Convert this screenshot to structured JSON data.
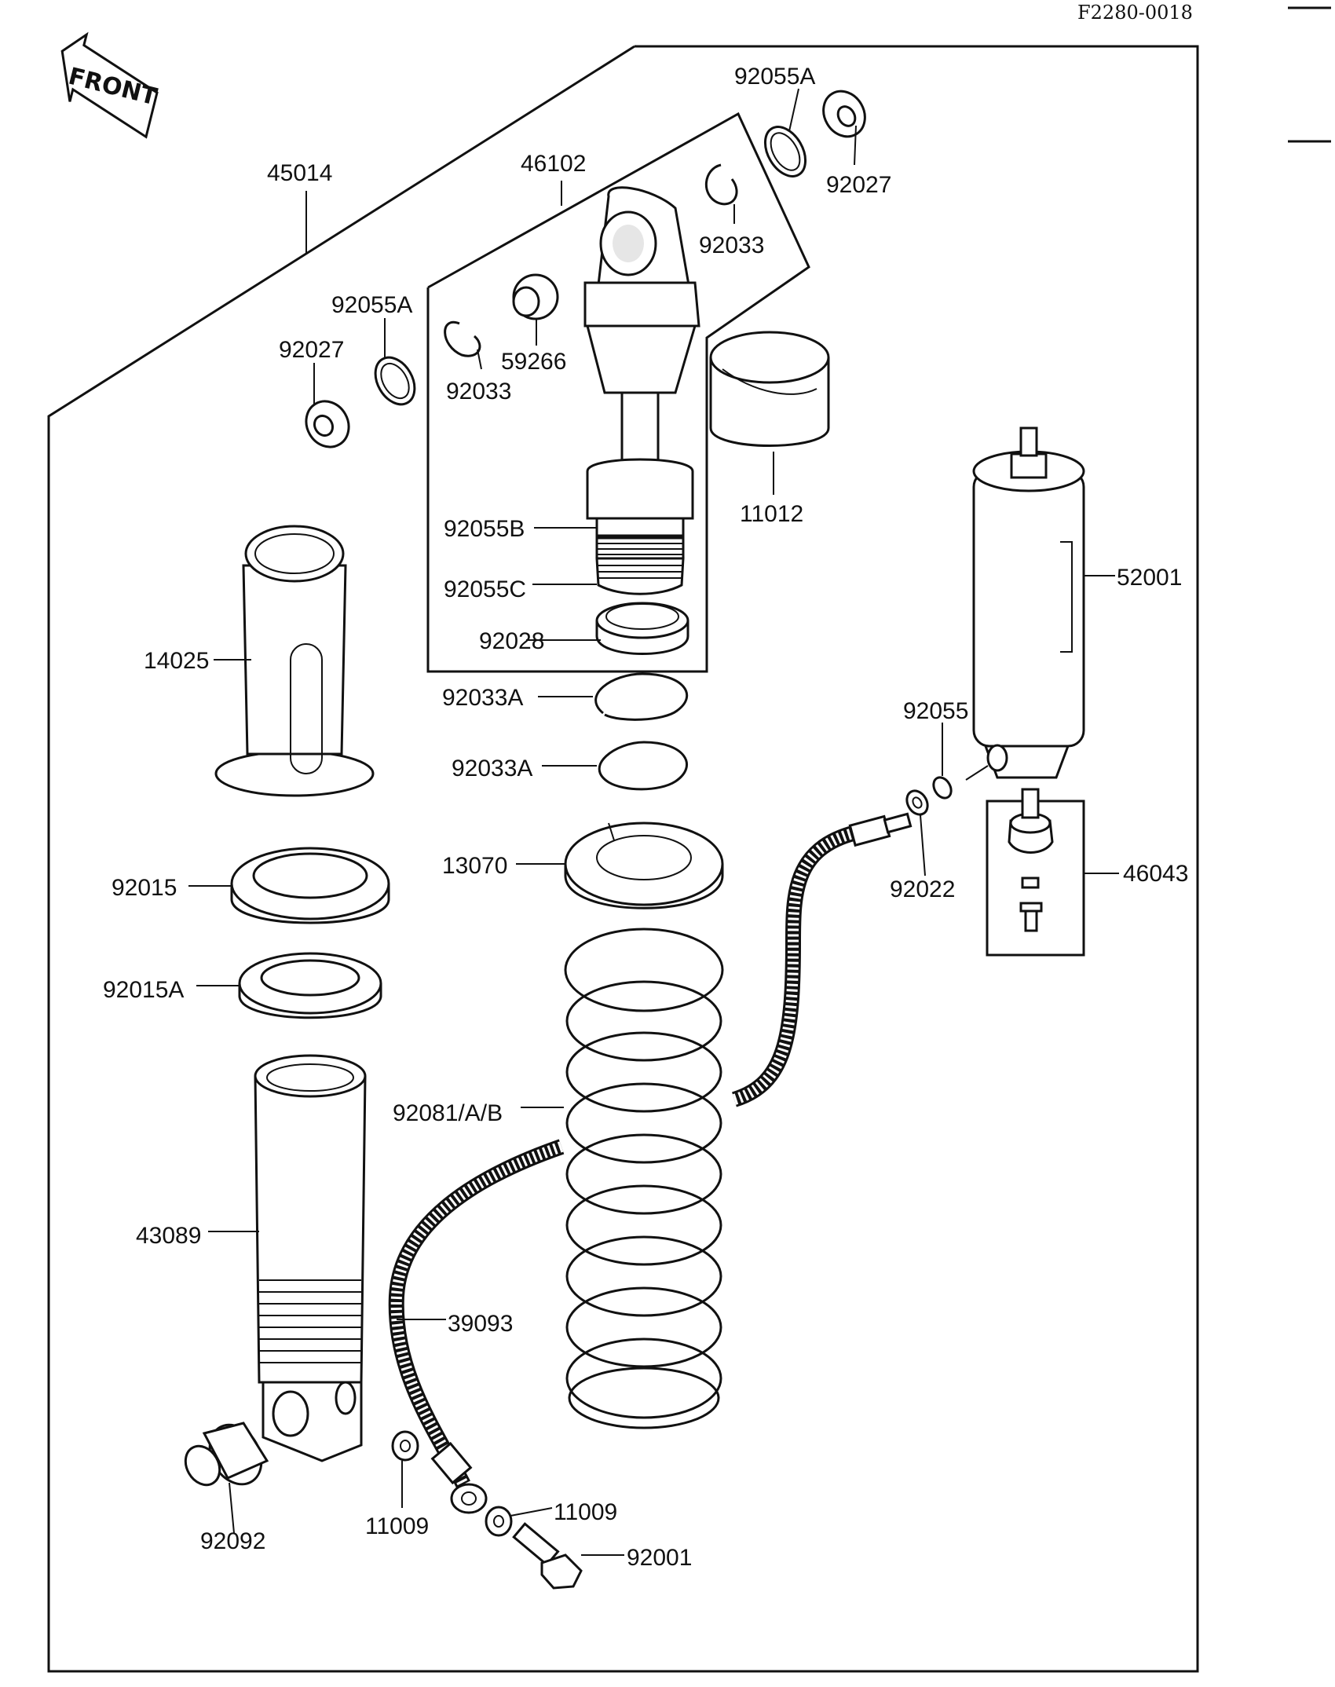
{
  "diagram_code": "F2280-0018",
  "front_label": "FRONT",
  "parts": {
    "p45014": "45014",
    "p46102": "46102",
    "p92055A_top": "92055A",
    "p92027_top": "92027",
    "p92033_top": "92033",
    "p92055A_left": "92055A",
    "p92027_left": "92027",
    "p92033_left": "92033",
    "p59266": "59266",
    "p11012": "11012",
    "p92055B": "92055B",
    "p92055C": "92055C",
    "p92028": "92028",
    "p14025": "14025",
    "p52001": "52001",
    "p92033A_1": "92033A",
    "p92033A_2": "92033A",
    "p92055": "92055",
    "p13070": "13070",
    "p92022": "92022",
    "p46043": "46043",
    "p92015": "92015",
    "p92015A": "92015A",
    "p92081": "92081/A/B",
    "p43089": "43089",
    "p39093": "39093",
    "p92092": "92092",
    "p11009_a": "11009",
    "p11009_b": "11009",
    "p92001": "92001"
  }
}
